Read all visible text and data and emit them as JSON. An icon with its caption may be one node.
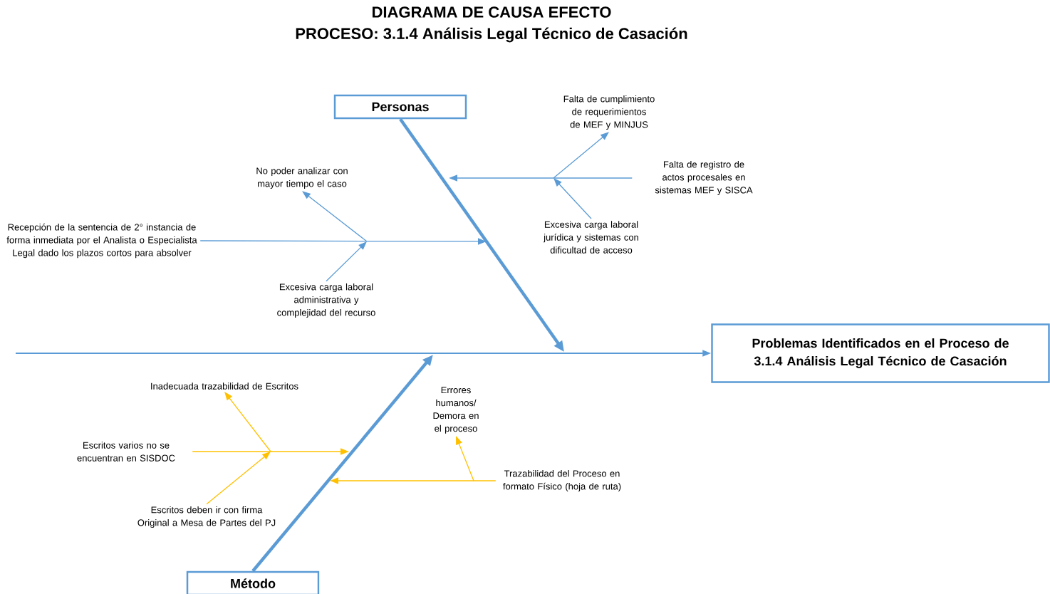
{
  "diagram": {
    "title": "DIAGRAMA DE CAUSA EFECTO",
    "nodes": [
      {
        "text": [
          "Personas"
        ]
      },
      {
        "text": [
          "Método"
        ]
      },
      {
        "text": [
          "Problemas Identificados en el Proceso de 3.1.4 Análisis Legal Técnico de Casación"
        ]
      },
      {
        "text": [
          "Falta de cumplimiento de requerimientos de MEF y MINJUS"
        ]
      },
      {
        "text": [
          "Falta de registro de actos procesales en sistemas MEF y SISCA"
        ]
      },
      {
        "text": [
          "Excesiva carga laboral jurídica y sistemas con dificultad de acceso"
        ]
      },
      {
        "text": [
          "No poder analizar con mayor tiempo el caso"
        ]
      },
      {
        "text": [
          "Recepción de la sentencia de 2° instancia de forma inmediata por el Analista o Especialista Legal dado los plazos cortos para absolver"
        ]
      },
      {
        "text": [
          "Excesiva carga laboral administrativa y complejidad del recurso"
        ]
      },
      {
        "text": [
          "Inadecuada trazabilidad de Escritos"
        ]
      },
      {
        "text": [
          "Escritos varios no se encuentran en SISDOC"
        ]
      },
      {
        "text": [
          "Escritos deben ir con firma Original a Mesa de Partes del PJ"
        ]
      },
      {
        "text": [
          "Errores humanos/ Demora en el proceso"
        ]
      },
      {
        "text": [
          "Trazabilidad del Proceso en formato Físico (hoja de ruta)"
        ]
      }
    ],
    "edges": [
      {
        "from": null,
        "to": 2,
        "arrow": "to"
      },
      {
        "from": 0,
        "to": null,
        "arrow": "to",
        "style": "thick"
      },
      {
        "from": 1,
        "to": null,
        "arrow": "to",
        "style": "thick"
      },
      {
        "from": 4,
        "to": null,
        "arrow": "to"
      },
      {
        "from": null,
        "to": 3,
        "arrow": "to"
      },
      {
        "from": 5,
        "to": null,
        "arrow": "to"
      },
      {
        "from": 7,
        "to": null,
        "arrow": "to"
      },
      {
        "from": null,
        "to": 6,
        "arrow": "to"
      },
      {
        "from": 8,
        "to": null,
        "arrow": "to"
      },
      {
        "from": null,
        "to": 9,
        "arrow": "to",
        "color": "#ffc000"
      },
      {
        "from": 10,
        "to": null,
        "arrow": "to",
        "color": "#ffc000"
      },
      {
        "from": 11,
        "to": null,
        "arrow": "to",
        "color": "#ffc000"
      },
      {
        "from": 13,
        "to": null,
        "arrow": "to",
        "color": "#ffc000"
      },
      {
        "from": null,
        "to": 12,
        "arrow": "to",
        "color": "#ffc000"
      }
    ],
    "labels": [
      "PROCESO: 3.1.4 Análisis Legal Técnico de Casación"
    ]
  }
}
